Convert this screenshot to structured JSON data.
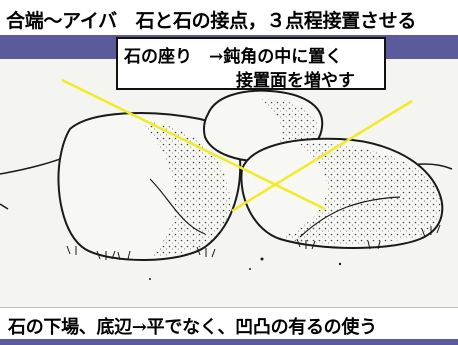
{
  "title": "合端～アイバ　石と石の接点，３点程接置させる",
  "callout": {
    "line1": "石の座り　→鈍角の中に置く",
    "line2": "接置面を増やす"
  },
  "footer": "石の下場、底辺→平でなく、凹凸の有るの使う",
  "colors": {
    "band": "#5b5b9c",
    "guide_line": "#f2ea23",
    "sketch": "#1a1a1a",
    "paper": "#f4f4f0"
  },
  "illustration": {
    "subject": "three-stones-sketch",
    "guide": "yellow-angle-lines"
  }
}
